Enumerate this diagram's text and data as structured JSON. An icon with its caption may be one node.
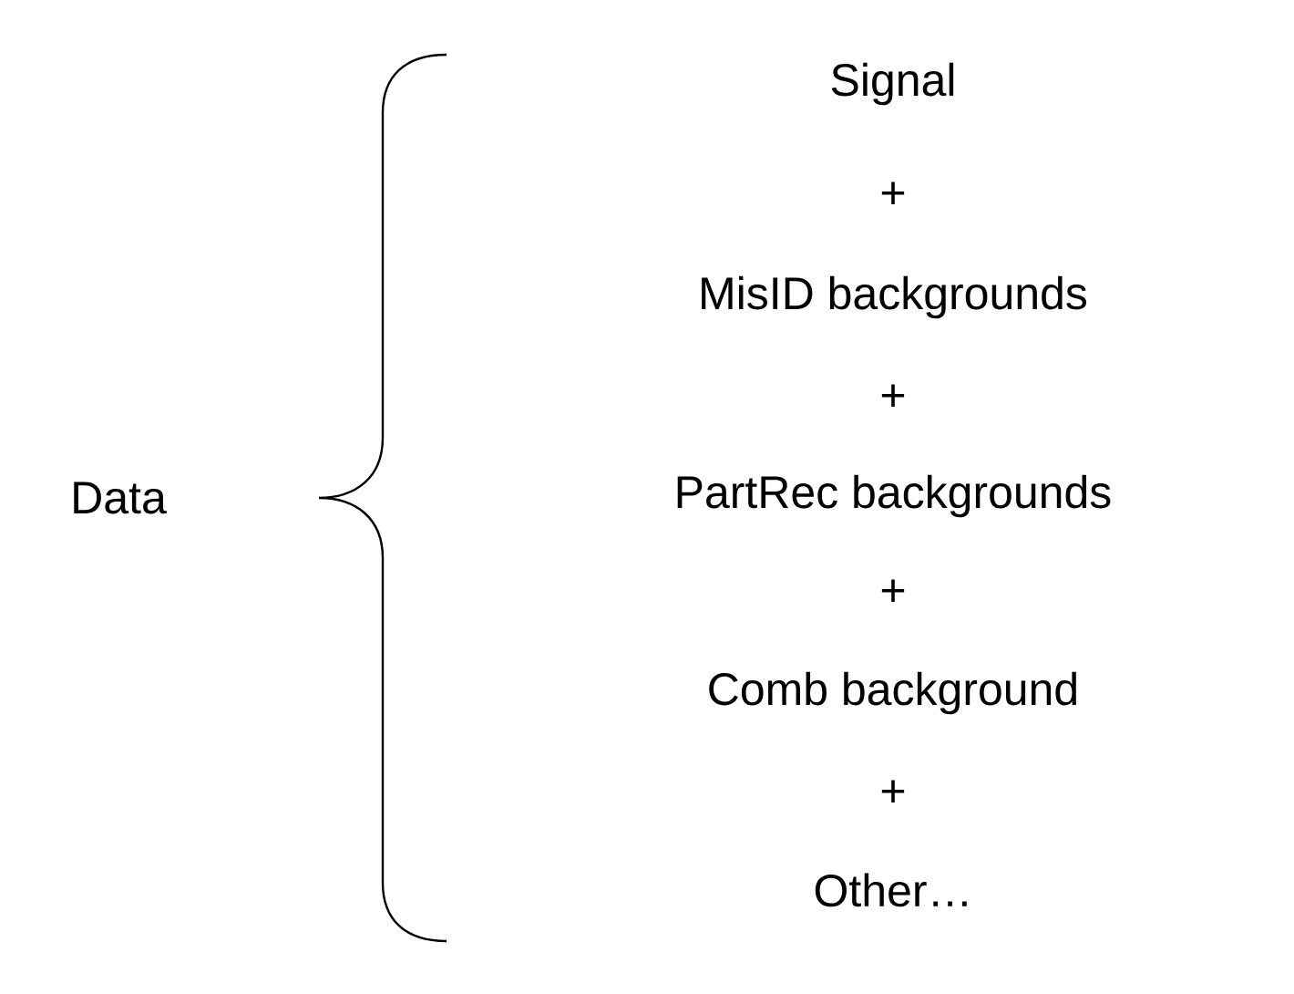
{
  "diagram": {
    "labels": [
      "Data",
      "Signal",
      "+",
      "MisID backgrounds",
      "+",
      "PartRec backgrounds",
      "+",
      "Comb background",
      "+",
      "Other…"
    ]
  }
}
